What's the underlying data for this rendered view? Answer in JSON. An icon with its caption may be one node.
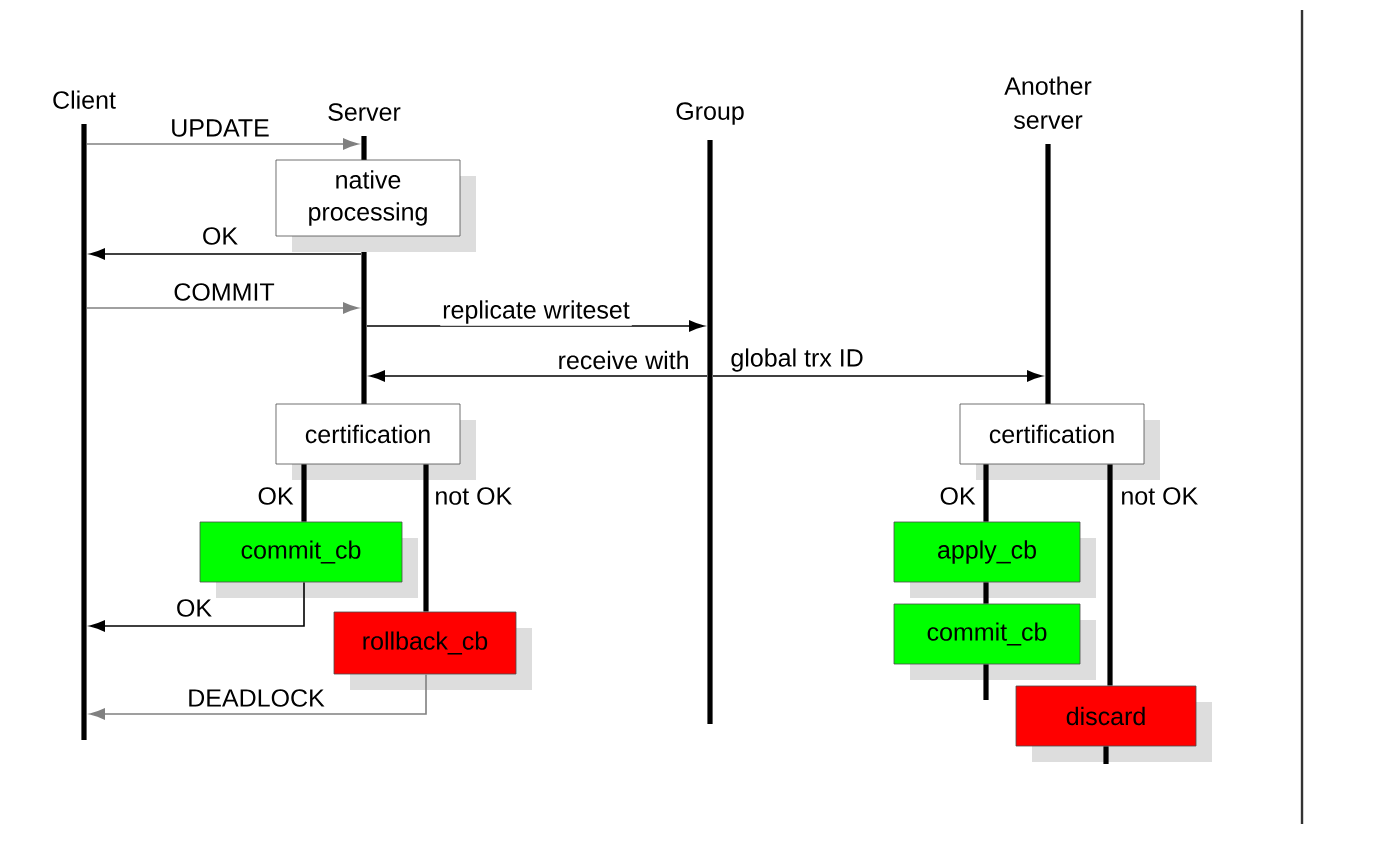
{
  "diagram": {
    "nodes": [
      {
        "text": [
          "Client"
        ]
      },
      {
        "text": [
          "Server"
        ]
      },
      {
        "text": [
          "Group"
        ]
      },
      {
        "text": [
          "Another server"
        ]
      },
      {
        "text": [
          "native processing"
        ]
      },
      {
        "text": [
          "certification"
        ]
      },
      {
        "text": [
          "commit_cb"
        ]
      },
      {
        "text": [
          "rollback_cb"
        ]
      },
      {
        "text": [
          "certification"
        ]
      },
      {
        "text": [
          "apply_cb"
        ]
      },
      {
        "text": [
          "commit_cb"
        ]
      },
      {
        "text": [
          "discard"
        ]
      }
    ],
    "edges": [
      {
        "from": 0,
        "to": 1,
        "arrow": "to",
        "label": "UPDATE",
        "color": "#808080"
      },
      {
        "from": 1,
        "to": 0,
        "arrow": "to",
        "label": "OK"
      },
      {
        "from": 0,
        "to": 1,
        "arrow": "to",
        "label": "COMMIT",
        "color": "#808080"
      },
      {
        "from": 1,
        "to": 2,
        "arrow": "to",
        "label": "replicate writeset"
      },
      {
        "from": 2,
        "to": 1,
        "arrow": "to",
        "label": "receive with"
      },
      {
        "from": 2,
        "to": 3,
        "arrow": "to",
        "label": "global trx ID"
      },
      {
        "from": 5,
        "to": 6,
        "arrow": "none",
        "style": "thick",
        "label": "OK"
      },
      {
        "from": 5,
        "to": 7,
        "arrow": "none",
        "style": "thick",
        "label": "not OK"
      },
      {
        "from": 6,
        "to": 0,
        "arrow": "to",
        "label": "OK"
      },
      {
        "from": 7,
        "to": 0,
        "arrow": "to",
        "label": "DEADLOCK",
        "color": "#808080"
      },
      {
        "from": 8,
        "to": 9,
        "arrow": "none",
        "style": "thick",
        "label": "OK"
      },
      {
        "from": 9,
        "to": 10,
        "arrow": "none",
        "style": "thick"
      },
      {
        "from": 8,
        "to": 11,
        "arrow": "none",
        "style": "thick",
        "label": "not OK"
      },
      {
        "from": 10,
        "to": null,
        "arrow": "none",
        "style": "thick"
      },
      {
        "from": 11,
        "to": null,
        "arrow": "none",
        "style": "thick"
      }
    ]
  }
}
